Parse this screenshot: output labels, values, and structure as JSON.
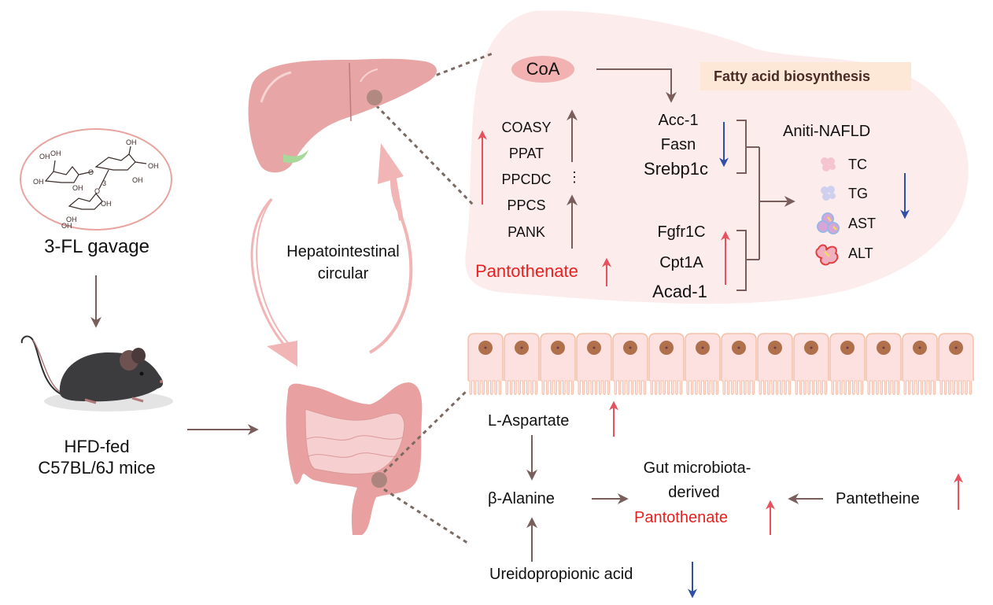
{
  "colors": {
    "up_arrow": "#e8505b",
    "down_arrow": "#2f4fa8",
    "flow_arrow": "#7a5e5c",
    "organ_pink": "#e8a5a5",
    "panel_bg": "#fdecec",
    "pantothenate_text": "#e8201f",
    "label_box": "#fde7d7"
  },
  "left": {
    "compound": "3-FL gavage",
    "structure_label": "3",
    "mouse_line1": "HFD-fed",
    "mouse_line2": "C57BL/6J mice"
  },
  "center": {
    "cycle_line1": "Hepatointestinal",
    "cycle_line2": "circular"
  },
  "liver_panel": {
    "coa": "CoA",
    "pathway_label": "Fatty acid biosynthesis",
    "enzymes": [
      "COASY",
      "PPAT",
      "PPCDC",
      "PPCS",
      "PANK"
    ],
    "ellipsis": "⋮",
    "pantothenate": "Pantothenate",
    "lipogenic_genes": [
      {
        "name": "Acc-1",
        "direction": "down"
      },
      {
        "name": "Fasn",
        "direction": "down"
      },
      {
        "name": "Srebp1c",
        "direction": "down"
      }
    ],
    "oxidation_genes": [
      {
        "name": "Fgfr1C",
        "direction": "up"
      },
      {
        "name": "Cpt1A",
        "direction": "up"
      },
      {
        "name": "Acad-1",
        "direction": "up"
      }
    ],
    "outcome_title": "Aniti-NAFLD",
    "markers": [
      {
        "name": "TC",
        "icon": "lipid-droplet-pink-icon"
      },
      {
        "name": "TG",
        "icon": "lipid-droplet-lavender-icon"
      },
      {
        "name": "AST",
        "icon": "enzyme-cluster-blue-icon"
      },
      {
        "name": "ALT",
        "icon": "enzyme-cluster-red-icon"
      }
    ],
    "markers_direction": "down"
  },
  "gut_panel": {
    "l_aspartate": "L-Aspartate",
    "beta_alanine": "β-Alanine",
    "ureido": "Ureidopropionic acid",
    "gut_line1": "Gut microbiota-",
    "gut_line2": "derived",
    "gut_pantothenate": "Pantothenate",
    "pantetheine": "Pantetheine",
    "epithelial_cells": 14
  }
}
